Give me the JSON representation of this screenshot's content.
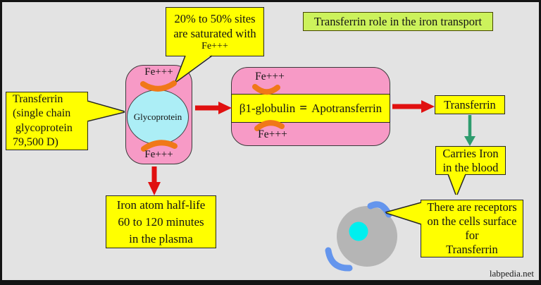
{
  "title": "Transferrin role in the iron transport",
  "watermark": "labpedia.net",
  "callouts": {
    "saturation": {
      "lines": [
        "20% to 50% sites",
        "are saturated with",
        "Fe+++"
      ]
    },
    "transferrin_info": {
      "lines": [
        "Transferrin",
        "(single chain",
        "glycoprotein",
        "79,500 D)"
      ]
    },
    "carries_iron": {
      "lines": [
        "Carries Iron",
        "in the blood"
      ]
    },
    "receptors": {
      "lines": [
        "There are receptors",
        "on the cells surface",
        "for",
        "Transferrin"
      ]
    },
    "half_life": {
      "lines": [
        "Iron atom half-life",
        "60 to 120 minutes",
        "in the plasma"
      ]
    }
  },
  "cell": {
    "fe_top": "Fe+++",
    "label": "Glycoprotein",
    "fe_bottom": "Fe+++"
  },
  "complex": {
    "fe_top": "Fe+++",
    "band_left": "β1-globulin",
    "band_eq": "=",
    "band_right": "Apotransferrin",
    "fe_bottom": "Fe+++"
  },
  "transferrin_box": "Transferrin",
  "colors": {
    "background": "#E3E3E3",
    "frame": "#141414",
    "text": "#141414",
    "note_yellow": "#FFFF00",
    "note_border": "#262626",
    "title_green": "#CCF25C",
    "title_border": "#454500",
    "pink": "#F79AC6",
    "cyan_protein": "#ACEEF6",
    "nucleus_cyan": "#00EFEF",
    "iron_orange": "#F07818",
    "arrow_red": "#E01010",
    "arrow_green": "#2E9C6E",
    "receptor_blue": "#6495ED",
    "cell_gray": "#B5B5B5"
  }
}
